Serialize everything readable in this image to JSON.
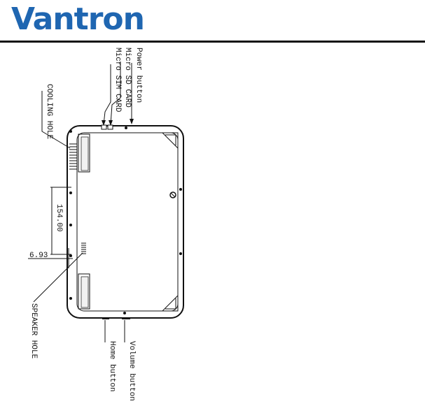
{
  "brand": {
    "logo_text": "Vantron",
    "color": "#1f66b1"
  },
  "labels": {
    "power_button": "Power button",
    "micro_sd": "Micro SD CARD",
    "micro_sim": "Micro SIM CARD",
    "cooling_hole": "COOLING HOLE",
    "speaker_hole": "SPEAKER HOLE",
    "home_button": "Home button",
    "volume_button": "Volume button"
  },
  "dimensions": {
    "length": "154.00",
    "offset": "6.93"
  }
}
